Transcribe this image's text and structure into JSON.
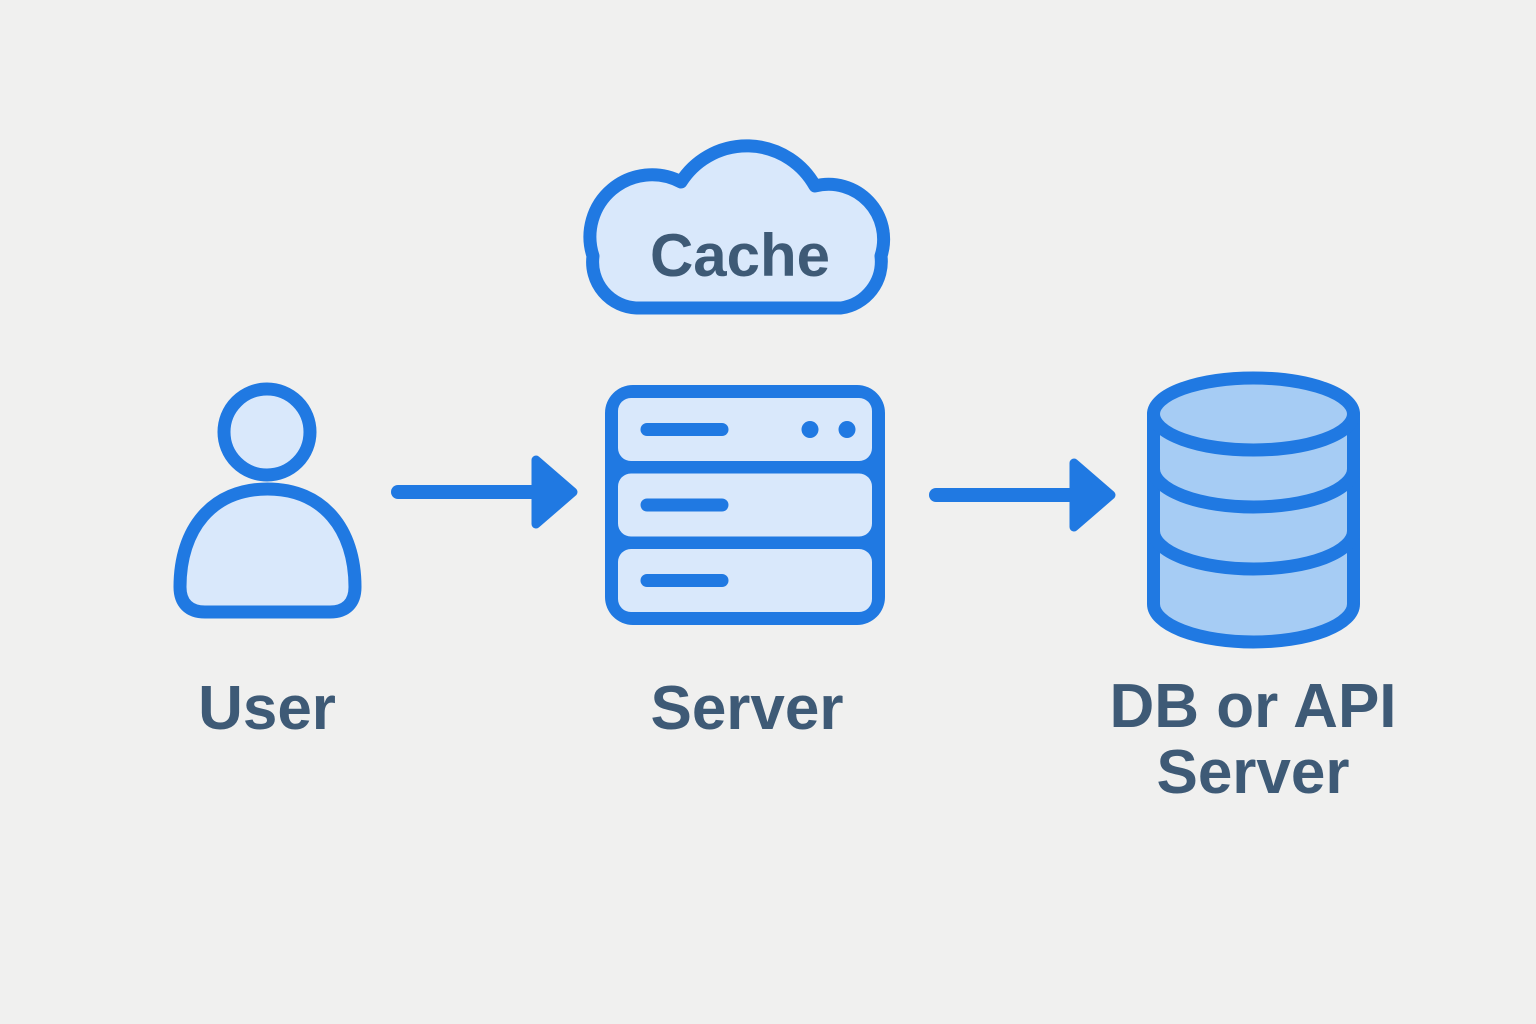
{
  "colors": {
    "background": "#f0f0ef",
    "accent": "#2079e2",
    "fill_light": "#d9e8fb",
    "fill_medium": "#a6ccf4",
    "label": "#3e5a76"
  },
  "diagram": {
    "type": "flow",
    "cloud": {
      "label": "Cache",
      "icon": "cloud-icon"
    },
    "nodes": [
      {
        "id": "user",
        "label": "User",
        "icon": "user-icon"
      },
      {
        "id": "server",
        "label": "Server",
        "icon": "server-icon"
      },
      {
        "id": "db",
        "label": "DB or API Server",
        "icon": "database-icon"
      }
    ],
    "edges": [
      {
        "from": "user",
        "to": "server",
        "style": "arrow-right"
      },
      {
        "from": "server",
        "to": "db",
        "style": "arrow-right"
      }
    ]
  }
}
